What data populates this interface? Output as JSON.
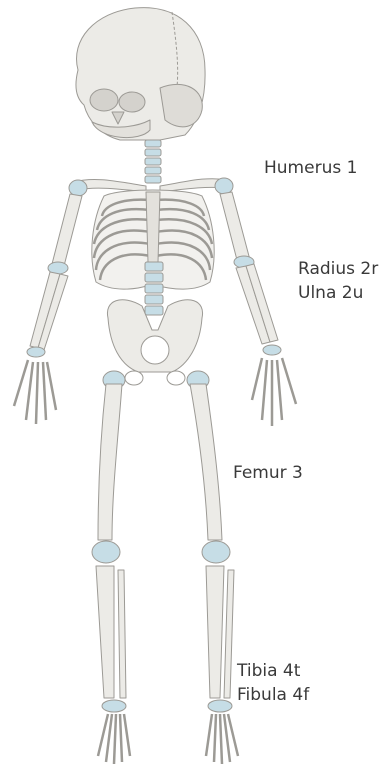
{
  "labels": {
    "humerus": "Humerus 1",
    "radius": "Radius 2r",
    "ulna": "Ulna 2u",
    "femur": "Femur 3",
    "tibia": "Tibia 4t",
    "fibula": "Fibula 4f"
  },
  "colors": {
    "bone_fill": "#ecebe7",
    "bone_stroke": "#9c9a95",
    "cartilage": "#c6dde6",
    "label_text": "#3a3a3a"
  }
}
